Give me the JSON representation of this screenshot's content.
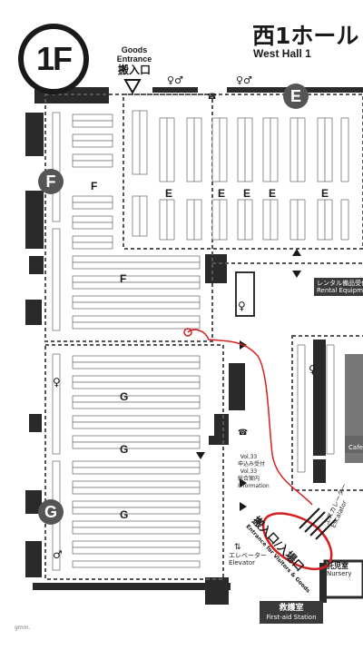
{
  "header": {
    "floor": "1F",
    "hall_name_jp": "西1ホール",
    "hall_name_en": "West Hall 1"
  },
  "goods_entrance": {
    "en": "Goods Entrance",
    "jp": "搬入口"
  },
  "areas": {
    "e": "E",
    "f": "F",
    "g": "G"
  },
  "block_letters": [
    "F",
    "E",
    "E",
    "E",
    "E",
    "E",
    "F",
    "G",
    "G",
    "G"
  ],
  "facilities": {
    "rental": {
      "jp": "レンタル備品受付",
      "en": "Rental Equipment"
    },
    "information": {
      "vol": "Vol.33",
      "jp": "総合案内",
      "en": "Information",
      "jp_top": "申込み受付",
      "vol_top": "Vol.33"
    },
    "elevator": {
      "jp": "エレベーター",
      "en": "Elevator"
    },
    "escalator": {
      "jp": "エスカレーター",
      "en": "Escalator"
    },
    "nursery": {
      "jp": "託児室",
      "en": "Nursery"
    },
    "first_aid": {
      "jp": "救護室",
      "en": "First-aid Station"
    },
    "cafe": "Cafe",
    "visitor_entrance": {
      "jp": "搬入口/入場口",
      "en": "Entrance for Visitors & Goods"
    }
  },
  "credit": "gmm.",
  "colors": {
    "route_red": "#d61f1f",
    "wall": "#2a2a2a",
    "area_circle": "#555555"
  }
}
